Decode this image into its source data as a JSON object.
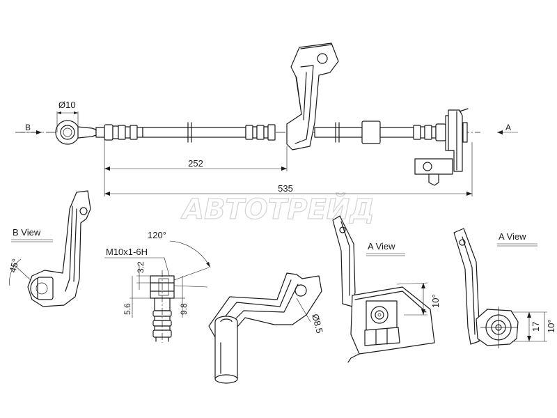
{
  "watermark": "АВТОТРЕЙД",
  "labels": {
    "arrow_b": "B",
    "arrow_a": "A",
    "diameter_10": "Ø10",
    "dim_252": "252",
    "dim_535": "535",
    "b_view": "B  View",
    "angle_45": "45°",
    "angle_120": "120°",
    "thread": "M10x1-6H",
    "dim_3_2": "3.2",
    "dim_5_6": "5.6",
    "dim_9_8": "9.8",
    "diameter_8_5": "Ø8.5",
    "a_view_1": "A  View",
    "dim_10_a": "10°",
    "a_view_2": "A  View",
    "dim_17": "17",
    "dim_10_b": "10°"
  }
}
